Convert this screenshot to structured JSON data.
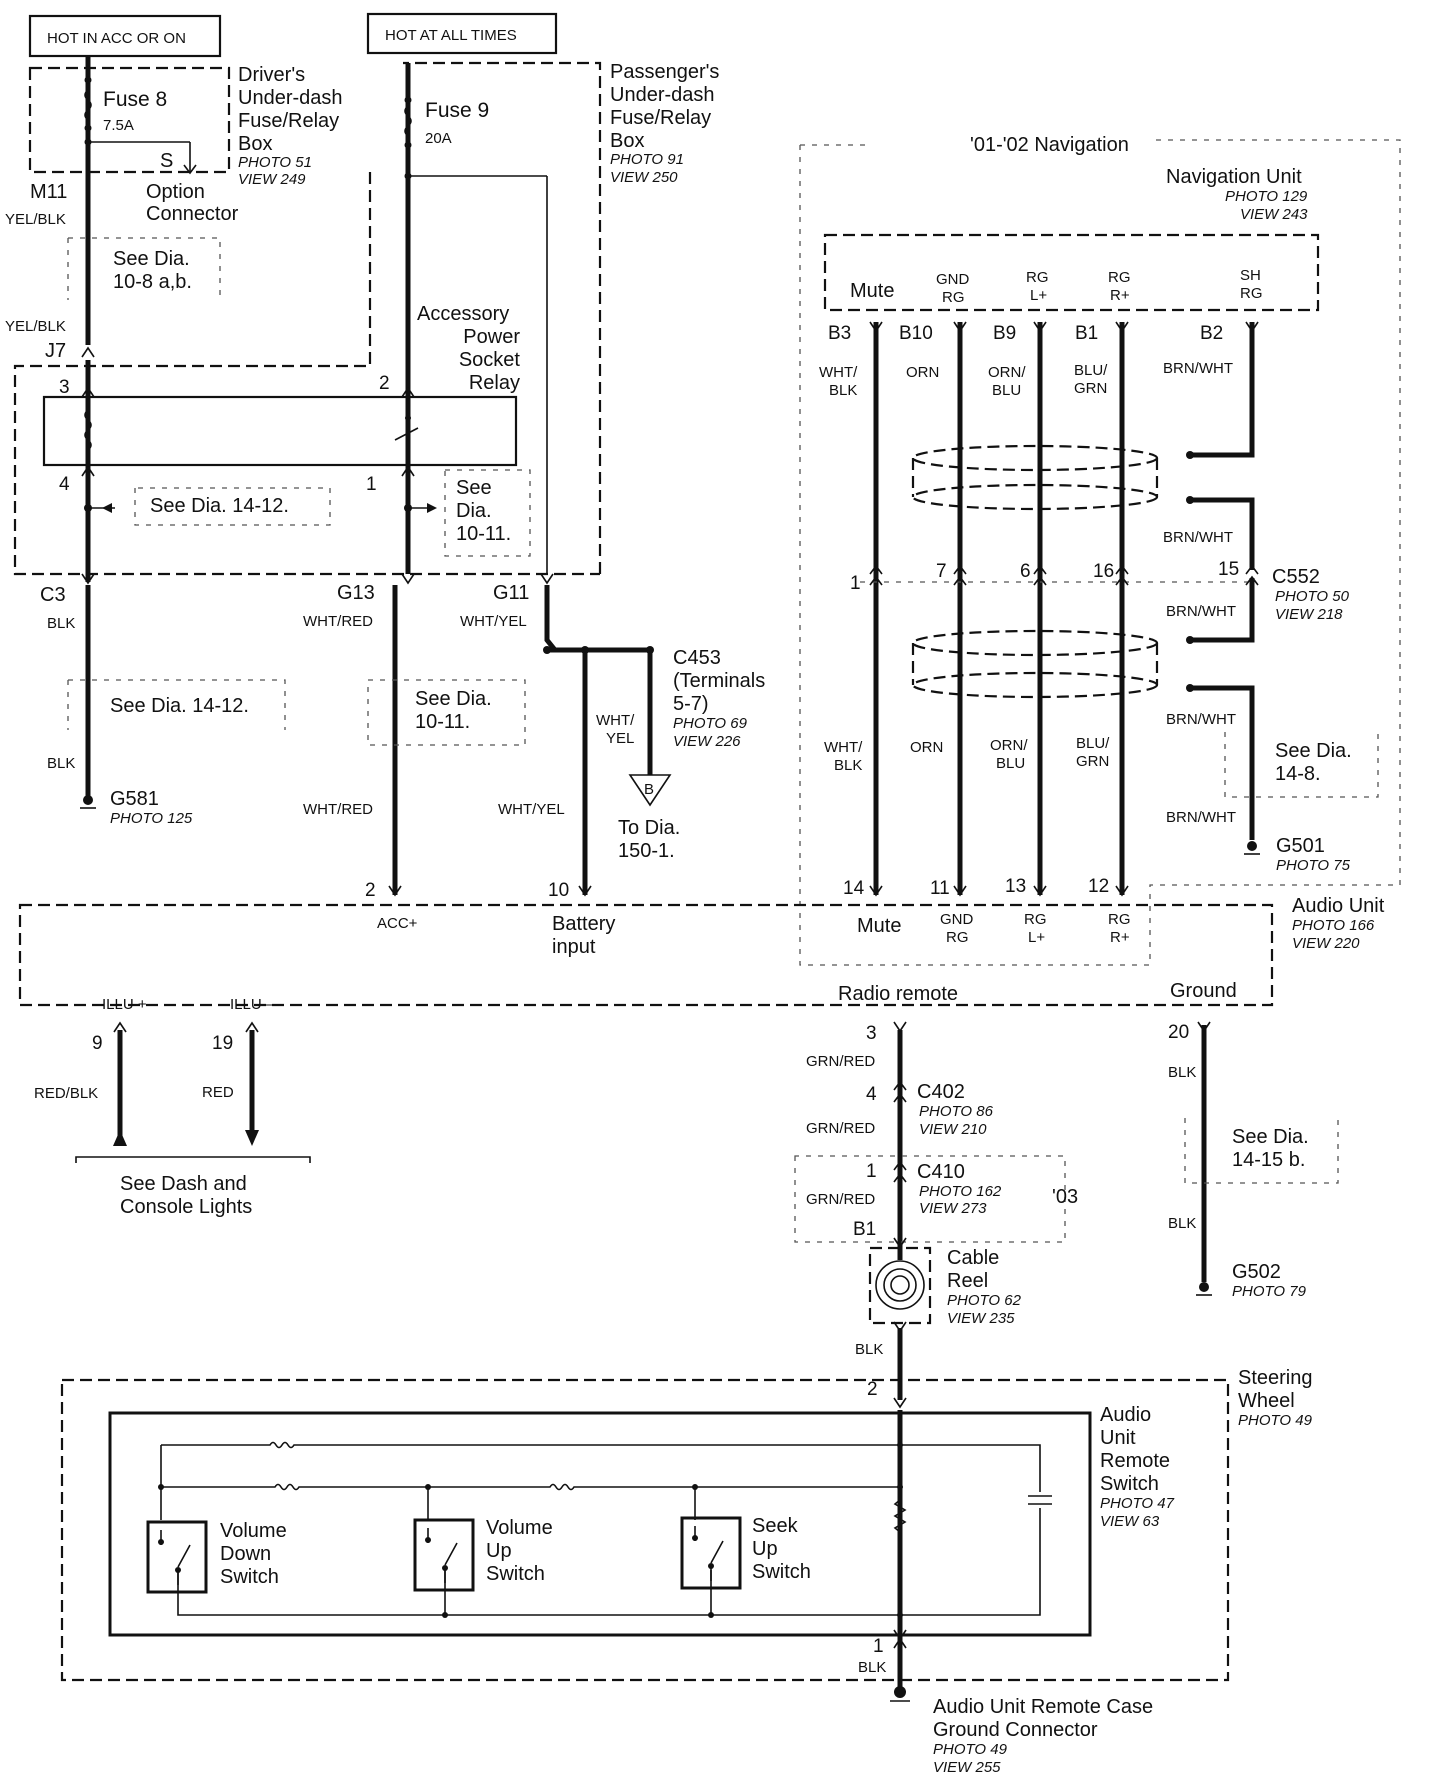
{
  "hot_acc": "HOT IN ACC OR ON",
  "hot_all": "HOT AT ALL TIMES",
  "drivers_box": [
    "Driver's",
    "Under-dash",
    "Fuse/Relay",
    "Box"
  ],
  "drivers_photo": "PHOTO 51",
  "drivers_view": "VIEW 249",
  "fuse8": "Fuse 8",
  "fuse8_amp": "7.5A",
  "s_label": "S",
  "option_conn": [
    "Option",
    "Connector"
  ],
  "m11": "M11",
  "yel_blk": "YEL/BLK",
  "see_10_8": [
    "See  Dia.",
    "10-8 a,b."
  ],
  "j7": "J7",
  "passenger_box": [
    "Passenger's",
    "Under-dash",
    "Fuse/Relay",
    "Box"
  ],
  "passenger_photo": "PHOTO 91",
  "passenger_view": "VIEW 250",
  "fuse9": "Fuse 9",
  "fuse9_amp": "20A",
  "relay": [
    "Accessory",
    "Power",
    "Socket",
    "Relay"
  ],
  "pin3": "3",
  "pin2": "2",
  "pin4": "4",
  "pin1": "1",
  "see_14_12": "See  Dia.  14-12.",
  "see_10_11": [
    "See",
    "Dia.",
    "10-11."
  ],
  "c3": "C3",
  "g13": "G13",
  "g11": "G11",
  "blk": "BLK",
  "wht_red": "WHT/RED",
  "wht_yel": "WHT/YEL",
  "see_14_12b": "See  Dia.  14-12.",
  "see_10_11b": [
    "See  Dia.",
    "10-11."
  ],
  "c453": [
    "C453",
    "(Terminals",
    "5-7)"
  ],
  "c453_photo": "PHOTO 69",
  "c453_view": "VIEW 226",
  "wht_yel_split": [
    "WHT/",
    "YEL"
  ],
  "b_label": "B",
  "to_dia": [
    "To  Dia.",
    "150-1."
  ],
  "g581": "G581",
  "g581_photo": "PHOTO 125",
  "nav_title": "'01-'02 Navigation",
  "nav_unit": "Navigation Unit",
  "nav_photo": "PHOTO 129",
  "nav_view": "VIEW 243",
  "nav_pins": {
    "mute": "Mute",
    "gnd_rg": [
      "GND",
      "RG"
    ],
    "rg_l": [
      "RG",
      "L+"
    ],
    "rg_r": [
      "RG",
      "R+"
    ],
    "sh_rg": [
      "SH",
      "RG"
    ]
  },
  "nav_pin_nums": [
    "B3",
    "B10",
    "B9",
    "B1",
    "B2"
  ],
  "nav_wire_top": [
    [
      "WHT/",
      "BLK"
    ],
    [
      "ORN"
    ],
    [
      "ORN/",
      "BLU"
    ],
    [
      "BLU/",
      "GRN"
    ],
    [
      "BRN/WHT"
    ]
  ],
  "brn_wht": "BRN/WHT",
  "c552": "C552",
  "c552_photo": "PHOTO 50",
  "c552_view": "VIEW 218",
  "c552_pins": [
    "1",
    "7",
    "6",
    "16",
    "15"
  ],
  "nav_wire_bot": [
    [
      "WHT/",
      "BLK"
    ],
    [
      "ORN"
    ],
    [
      "ORN/",
      "BLU"
    ],
    [
      "BLU/",
      "GRN"
    ]
  ],
  "see_14_8": [
    "See  Dia.",
    "14-8."
  ],
  "g501": "G501",
  "g501_photo": "PHOTO 75",
  "audio_pin_nums": [
    "14",
    "11",
    "13",
    "12"
  ],
  "audio_pins": {
    "mute": "Mute",
    "gnd_rg": [
      "GND",
      "RG"
    ],
    "rg_l": [
      "RG",
      "L+"
    ],
    "rg_r": [
      "RG",
      "R+"
    ]
  },
  "audio_unit": "Audio Unit",
  "audio_photo": "PHOTO 166",
  "audio_view": "VIEW 220",
  "pin_2_acc": "2",
  "acc_plus": "ACC+",
  "pin_10_batt": "10",
  "battery_input": [
    "Battery",
    "input"
  ],
  "radio_remote": "Radio remote",
  "ground": "Ground",
  "illu_plus": "ILLU +",
  "illu_minus": "ILLU –",
  "pin9": "9",
  "pin19": "19",
  "pin20": "20",
  "pin_3": "3",
  "pin_4": "4",
  "pin_1b": "1",
  "red_blk": "RED/BLK",
  "red": "RED",
  "dash_lights": [
    "See Dash and",
    "Console Lights"
  ],
  "grn_red": "GRN/RED",
  "c402": "C402",
  "c402_photo": "PHOTO 86",
  "c402_view": "VIEW 210",
  "c410": "C410",
  "c410_photo": "PHOTO 162",
  "c410_view": "VIEW 273",
  "year03": "'03",
  "b1": "B1",
  "see_14_15b": [
    "See  Dia.",
    "14-15 b."
  ],
  "g502": "G502",
  "g502_photo": "PHOTO 79",
  "cable_reel": [
    "Cable",
    "Reel"
  ],
  "cable_photo": "PHOTO 62",
  "cable_view": "VIEW 235",
  "steering_wheel": [
    "Steering",
    "Wheel"
  ],
  "steering_photo": "PHOTO 49",
  "remote_switch": [
    "Audio",
    "Unit",
    "Remote",
    "Switch"
  ],
  "remote_photo": "PHOTO 47",
  "remote_view": "VIEW 63",
  "vol_down": [
    "Volume",
    "Down",
    "Switch"
  ],
  "vol_up": [
    "Volume",
    "Up",
    "Switch"
  ],
  "seek_up": [
    "Seek",
    "Up",
    "Switch"
  ],
  "pin_2_steer": "2",
  "pin_1_steer": "1",
  "case_ground": [
    "Audio Unit Remote Case",
    "Ground Connector"
  ],
  "case_photo": "PHOTO 49",
  "case_view": "VIEW 255"
}
